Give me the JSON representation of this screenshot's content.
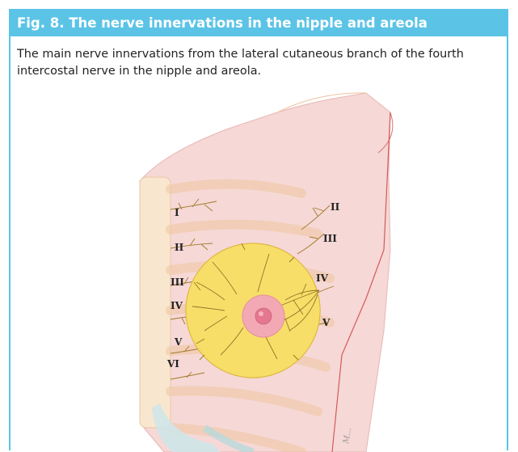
{
  "figure": {
    "title": "Fig. 8. The nerve innervations in the nipple and areola",
    "caption": "The main nerve innervations from the lateral cutaneous branch of the fourth intercostal nerve in the nipple and areola."
  },
  "illustration": {
    "left_labels": [
      "I",
      "II",
      "III",
      "IV",
      "V",
      "VI"
    ],
    "right_labels": [
      "II",
      "III",
      "IV",
      "V"
    ],
    "signature": "M..."
  },
  "colors": {
    "accent": "#5bc4e6",
    "chest": "#f3c9c7",
    "rib": "#f9e3cc",
    "breast": "#f4d64c",
    "areola": "#f2a9b4",
    "nerve": "#8a6a1e"
  }
}
